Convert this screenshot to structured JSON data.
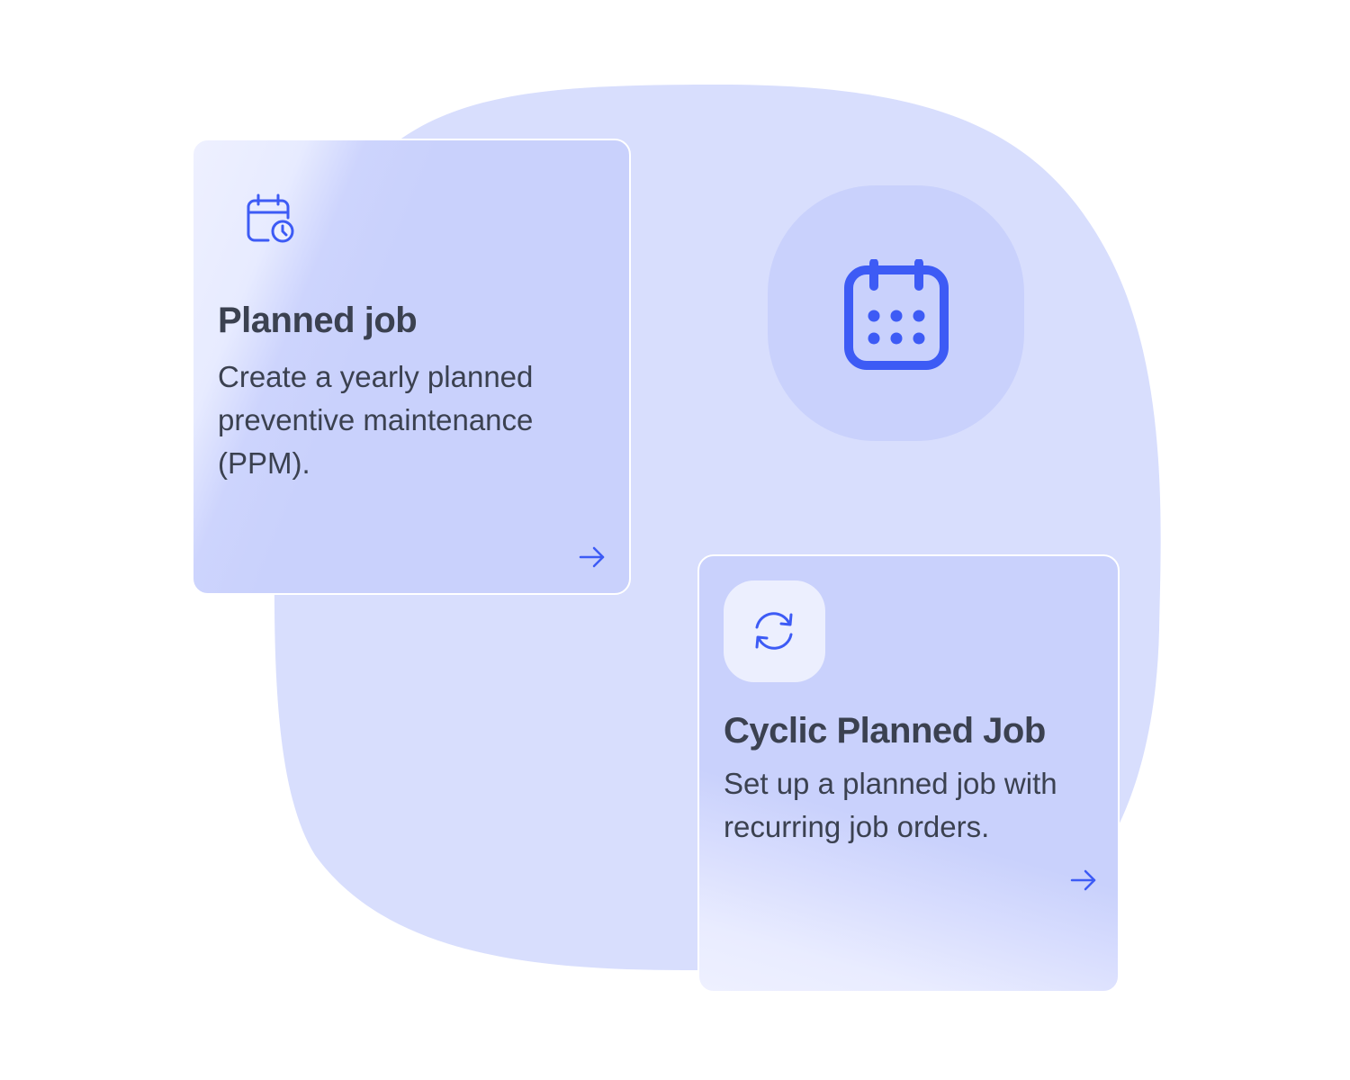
{
  "colors": {
    "blob": "#d8defd",
    "card_tint": "#c9d1fc",
    "icon_tile": "#eceffe",
    "accent": "#3d5bf5",
    "text": "#3b4150"
  },
  "center_icon": {
    "icon": "calendar-icon"
  },
  "cards": [
    {
      "icon": "calendar-clock-icon",
      "title": "Planned job",
      "description": "Create a yearly planned preventive maintenance (PPM).",
      "action_icon": "arrow-right-icon"
    },
    {
      "icon": "refresh-icon",
      "title": "Cyclic Planned Job",
      "description": "Set up a planned job with recurring job orders.",
      "action_icon": "arrow-right-icon"
    }
  ]
}
